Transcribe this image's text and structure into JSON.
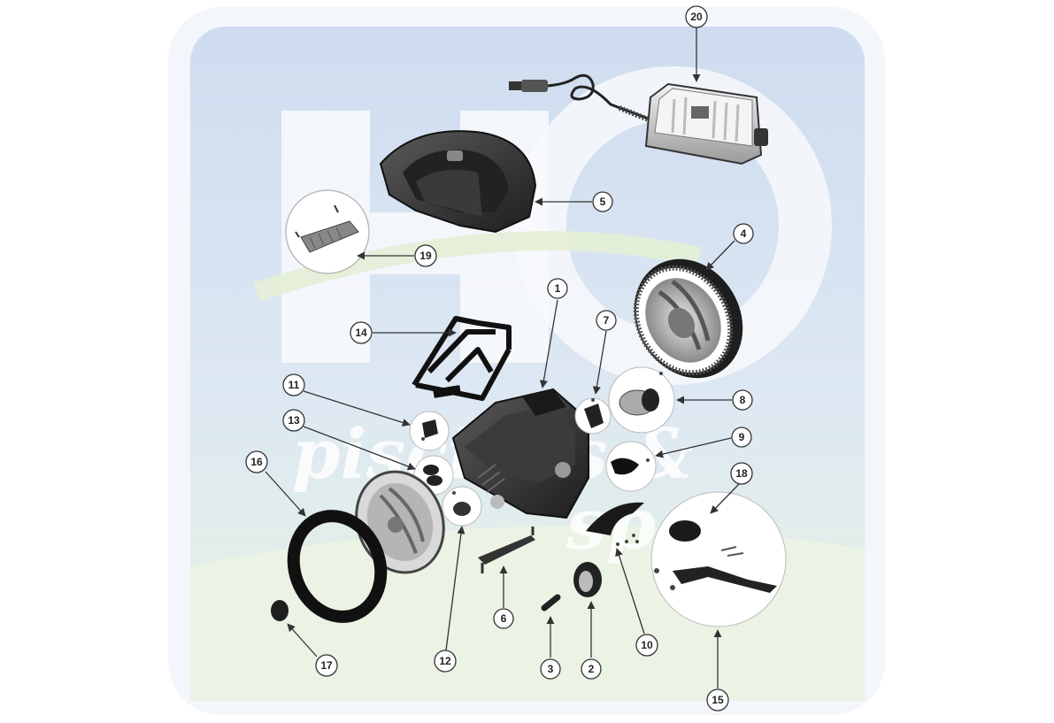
{
  "diagram": {
    "watermark": {
      "brand": "H2O",
      "line1": "piscinas &",
      "line2": "spas"
    },
    "callouts": [
      {
        "number": "1"
      },
      {
        "number": "2"
      },
      {
        "number": "3"
      },
      {
        "number": "4"
      },
      {
        "number": "5"
      },
      {
        "number": "6"
      },
      {
        "number": "7"
      },
      {
        "number": "8"
      },
      {
        "number": "9"
      },
      {
        "number": "10"
      },
      {
        "number": "11"
      },
      {
        "number": "12"
      },
      {
        "number": "13"
      },
      {
        "number": "14"
      },
      {
        "number": "15"
      },
      {
        "number": "16"
      },
      {
        "number": "17"
      },
      {
        "number": "18"
      },
      {
        "number": "19"
      },
      {
        "number": "20"
      }
    ]
  }
}
